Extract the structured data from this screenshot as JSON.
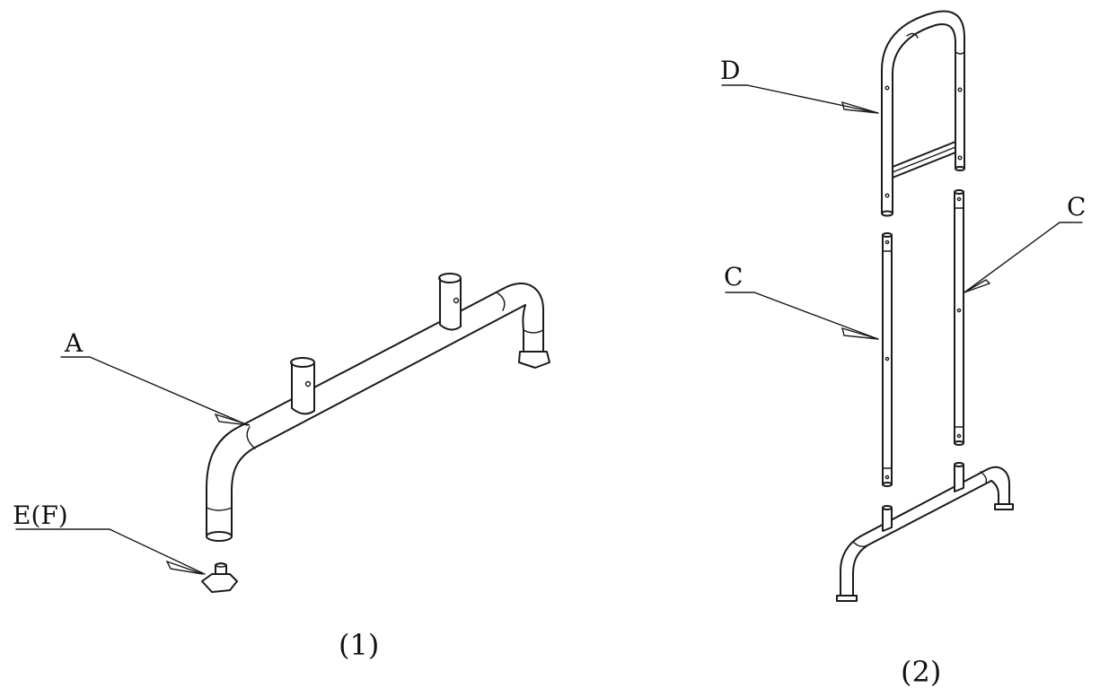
{
  "figure1": {
    "caption": "(1)",
    "labels": {
      "a": "A",
      "ef": "E(F)"
    }
  },
  "figure2": {
    "caption": "(2)",
    "labels": {
      "d": "D",
      "c_left": "C",
      "c_right": "C"
    }
  },
  "colors": {
    "line": "#1a1a1a",
    "background": "#ffffff"
  }
}
